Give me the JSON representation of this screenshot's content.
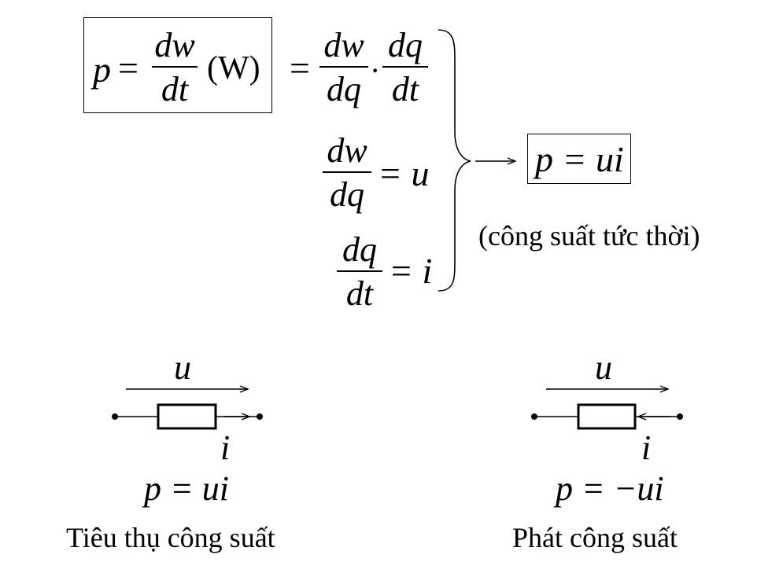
{
  "definition": {
    "p": "p",
    "eq": "=",
    "num": "dw",
    "den": "dt",
    "unit": "(W)"
  },
  "chain": {
    "eq": "=",
    "f1_num": "dw",
    "f1_den": "dq",
    "dot": "·",
    "f2_num": "dq",
    "f2_den": "dt"
  },
  "voltage_def": {
    "num": "dw",
    "den": "dq",
    "rhs": "= u"
  },
  "current_def": {
    "num": "dq",
    "den": "dt",
    "rhs": "= i"
  },
  "result": {
    "formula": "p = ui",
    "caption": "(công suất tức thời)"
  },
  "left_circuit": {
    "u_label": "u",
    "i_label": "i",
    "formula": "p = ui",
    "caption": "Tiêu thụ công suất"
  },
  "right_circuit": {
    "u_label": "u",
    "i_label": "i",
    "formula": "p = −ui",
    "caption": "Phát công suất"
  }
}
